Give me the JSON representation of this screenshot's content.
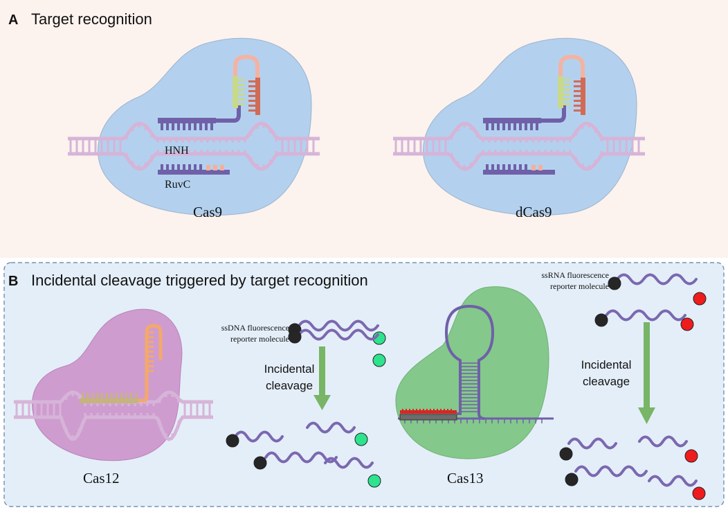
{
  "panel_a": {
    "letter": "A",
    "title": "Target recognition",
    "left_caption": "Cas9",
    "right_caption": "dCas9",
    "hnh_label": "HNH",
    "ruvc_label": "RuvC"
  },
  "panel_b": {
    "letter": "B",
    "title": "Incidental cleavage triggered by target recognition",
    "cas12_caption": "Cas12",
    "cas13_caption": "Cas13",
    "ssdna_label_1": "ssDNA fluorescence",
    "ssdna_label_2": "reporter molecule",
    "ssrna_label_1": "ssRNA fluorescence",
    "ssrna_label_2": "reporter molecule",
    "arrow_label_1": "Incidental",
    "arrow_label_2": "cleavage"
  },
  "colors": {
    "panel_a_bg": "#fcf2ee",
    "panel_b_bg": "#e4eef8",
    "cas9_body": "#b3d1ee",
    "cas12_body": "#cf9ccf",
    "cas13_body": "#84c88b",
    "dna": "#d6b4d8",
    "guide": "#6f60a8",
    "green_probe": "#2ee38e",
    "red_probe": "#ee1c1c",
    "black_probe": "#262626",
    "arrow": "#78b567"
  }
}
